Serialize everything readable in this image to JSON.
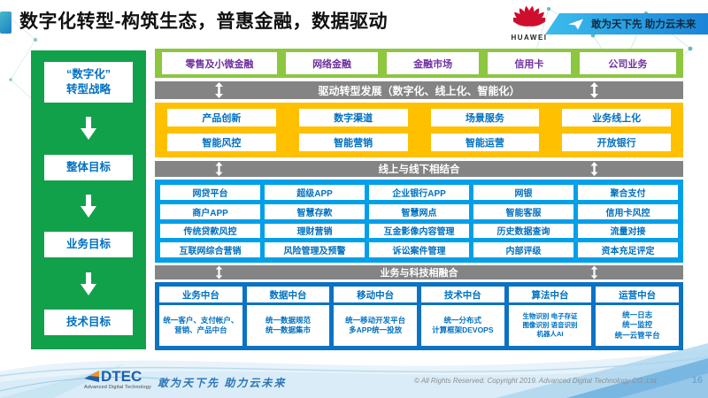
{
  "header": {
    "title": "数字化转型-构筑生态，普惠金融，数据驱动",
    "huawei_wordmark": "HUAWEI",
    "ribbon_slogan": "敢为天下先 助力云未来"
  },
  "strategy_flow": {
    "steps": [
      "“数字化”\n转型战略",
      "整体目标",
      "业务目标",
      "技术目标"
    ]
  },
  "business_lines": [
    "零售及小微金融",
    "网络金融",
    "金融市场",
    "信用卡",
    "公司业务"
  ],
  "section_bars": {
    "drive": "驱动转型发展（数字化、线上化、智能化）",
    "online_offline": "线上与线下相结合",
    "biz_tech": "业务与科技相融合"
  },
  "transformation": {
    "rows": [
      [
        "产品创新",
        "数字渠道",
        "场景服务",
        "业务线上化"
      ],
      [
        "智能风控",
        "智能营销",
        "智能运营",
        "开放银行"
      ]
    ]
  },
  "applications": {
    "rows": [
      [
        "网贷平台",
        "超级APP",
        "企业银行APP",
        "网银",
        "聚合支付"
      ],
      [
        "商户APP",
        "智慧存款",
        "智慧网点",
        "智能客服",
        "信用卡风控"
      ],
      [
        "传统贷款风控",
        "理财营销",
        "互金影像内容管理",
        "历史数据查询",
        "流量对接"
      ],
      [
        "互联网综合营销",
        "风险管理及预警",
        "诉讼案件管理",
        "内部评级",
        "资本充足评定"
      ]
    ]
  },
  "platforms": {
    "columns": [
      {
        "title": "业务中台",
        "detail": "统一客户、支付帐户、营销、产品中台"
      },
      {
        "title": "数据中台",
        "detail": "统一数据规范\n统一数据集市"
      },
      {
        "title": "移动中台",
        "detail": "统一移动开发平台\n多APP统一投放"
      },
      {
        "title": "技术中台",
        "detail": "统一分布式\n计算框架DEVOPS"
      },
      {
        "title": "算法中台",
        "detail": "生物识别 电子存证\n图像识别 语音识别\n机器人AI"
      },
      {
        "title": "运营中台",
        "detail": "统一日志\n统一监控\n统一云管平台"
      }
    ]
  },
  "footer": {
    "logo_text": "DTEC",
    "logo_subtext": "Advanced Digital Technology",
    "slogan": "敢为天下先   助力云未来",
    "copyright": "© All Rights Reserved. Copyright 2019. Advanced Digital Technology CO.,Ltd",
    "page_number": "16"
  },
  "colors": {
    "sidebar_green": "#12A14B",
    "business_row_green": "#8DC63F",
    "bar_gray": "#848484",
    "transformation_yellow": "#FFC000",
    "applications_cyan": "#00A0E9",
    "platforms_blue": "#0B72C4",
    "box_text_blue": "#0070C0",
    "business_text_purple": "#7030A0",
    "huawei_red": "#CE0E2D",
    "ribbon_blue": "#1A84D8"
  }
}
